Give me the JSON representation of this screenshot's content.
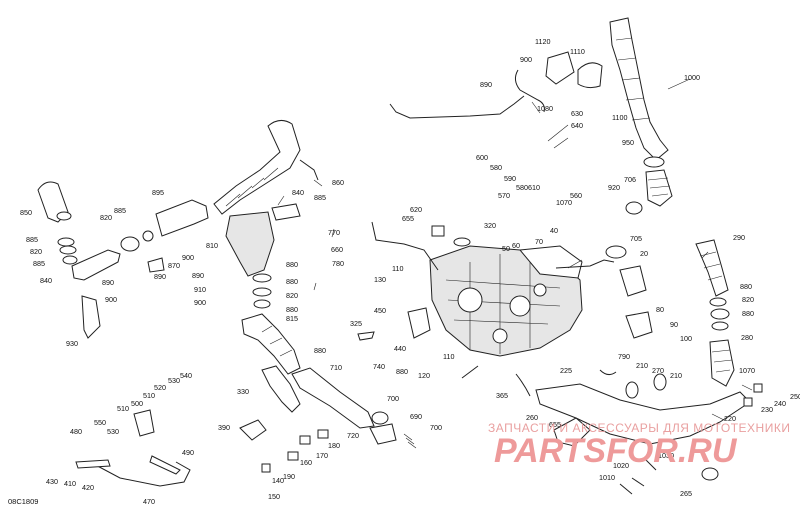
{
  "diagram": {
    "code": "08C1809",
    "watermark": {
      "line1": "ЗАПЧАСТИ И АКСЕССУАРЫ ДЛЯ МОТОТЕХНИКИ",
      "line2": "PARTSFOR.RU"
    },
    "labels": [
      "1120",
      "1110",
      "900",
      "890",
      "1080",
      "1000",
      "1100",
      "630",
      "640",
      "600",
      "580",
      "590",
      "580",
      "570",
      "610",
      "560",
      "1070",
      "950",
      "706",
      "920",
      "860",
      "840",
      "895",
      "885",
      "820",
      "885",
      "850",
      "885",
      "820",
      "885",
      "810",
      "840",
      "870",
      "890",
      "900",
      "880",
      "890",
      "910",
      "900",
      "880",
      "820",
      "880",
      "930",
      "890",
      "900",
      "815",
      "880",
      "620",
      "655",
      "320",
      "50",
      "60",
      "70",
      "40",
      "705",
      "20",
      "770",
      "660",
      "780",
      "130",
      "110",
      "450",
      "325",
      "440",
      "80",
      "90",
      "100",
      "290",
      "880",
      "820",
      "880",
      "280",
      "790",
      "210",
      "270",
      "210",
      "1070",
      "225",
      "365",
      "260",
      "655",
      "710",
      "740",
      "120",
      "110",
      "880",
      "700",
      "690",
      "720",
      "700",
      "330",
      "390",
      "540",
      "530",
      "520",
      "510",
      "500",
      "510",
      "550",
      "530",
      "480",
      "180",
      "170",
      "160",
      "190",
      "140",
      "150",
      "490",
      "430",
      "410",
      "420",
      "470",
      "230",
      "240",
      "250",
      "220",
      "1030",
      "1020",
      "1010",
      "265"
    ]
  }
}
